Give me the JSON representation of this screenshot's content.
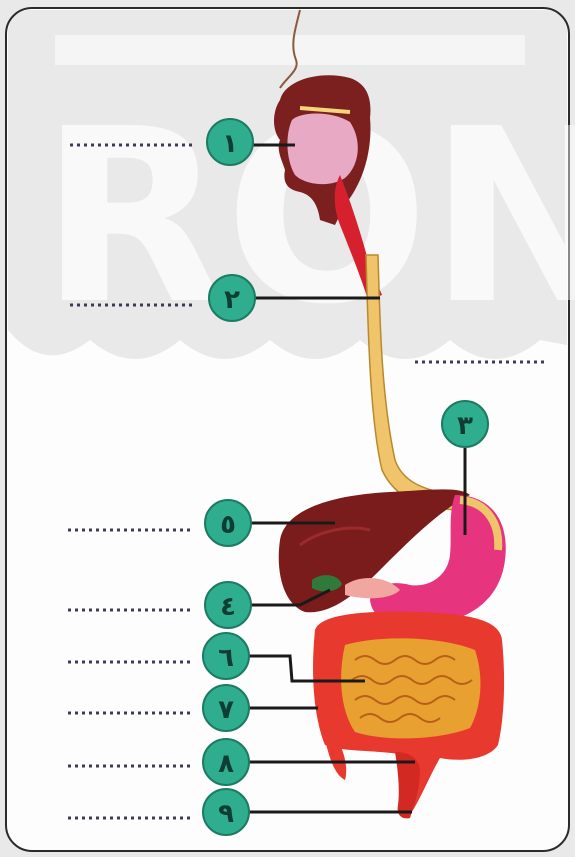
{
  "markers": [
    {
      "id": "mouth",
      "number": "١"
    },
    {
      "id": "esophagus",
      "number": "٢"
    },
    {
      "id": "stomach",
      "number": "٣"
    },
    {
      "id": "gallbladder",
      "number": "٤"
    },
    {
      "id": "liver",
      "number": "٥"
    },
    {
      "id": "small-intestine",
      "number": "٦"
    },
    {
      "id": "large-intestine",
      "number": "٧"
    },
    {
      "id": "rectum",
      "number": "٨"
    },
    {
      "id": "anus",
      "number": "٩"
    }
  ],
  "colors": {
    "marker_fill": "#2fae8f",
    "marker_text": "#0f3d33",
    "leader_line": "#1a1a1a",
    "answer_dots": "#3a3a5a",
    "esophagus": "#f0c46a",
    "liver": "#7a1c1c",
    "stomach": "#e6347e",
    "intestine": "#e8392e",
    "small_intestine": "#e8a030",
    "watermark": "#b5b5b5"
  },
  "watermark_text": "RON"
}
